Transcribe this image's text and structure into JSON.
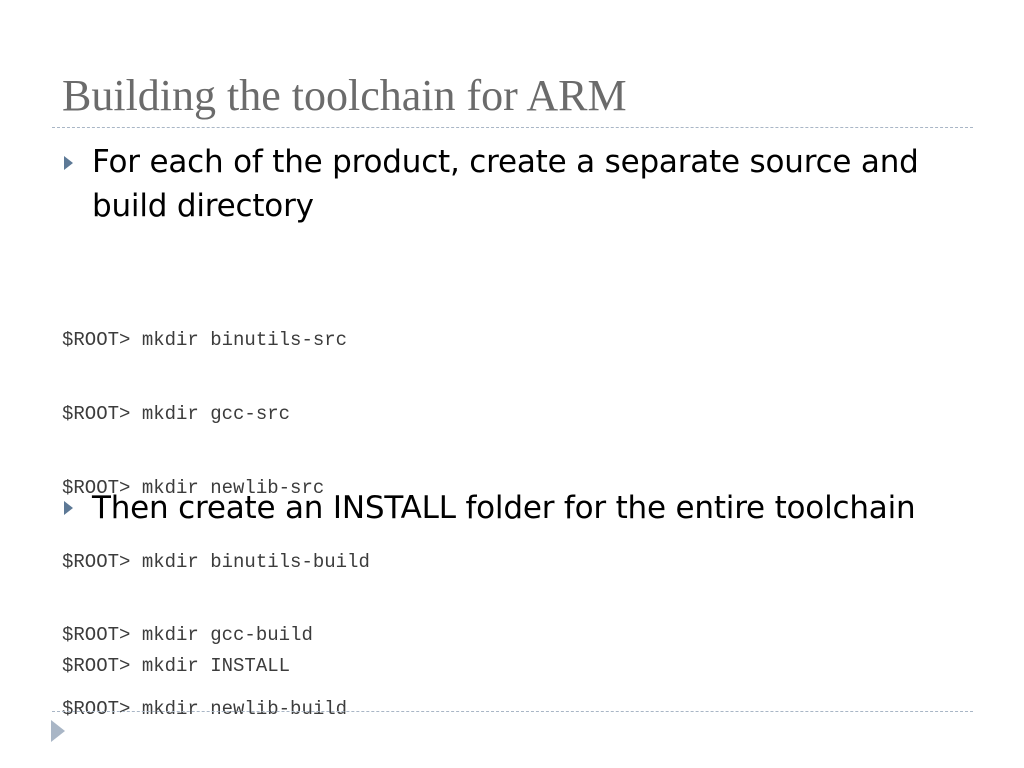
{
  "slide": {
    "title": "Building the toolchain for ARM",
    "colors": {
      "title": "#6b6b6b",
      "bullet_arrow": "#5d7996",
      "rule": "#a9b6c6",
      "body_text": "#000000",
      "code_text": "#3c3c3c"
    },
    "bullets": [
      {
        "icon": "triangle-right-icon",
        "text": "For each of the product, create a separate source and build directory",
        "code_lines": [
          "$ROOT> mkdir binutils-src",
          "$ROOT> mkdir gcc-src",
          "$ROOT> mkdir newlib-src",
          "$ROOT> mkdir binutils-build",
          "$ROOT> mkdir gcc-build",
          "$ROOT> mkdir newlib-build"
        ]
      },
      {
        "icon": "triangle-right-icon",
        "text": "Then create an INSTALL folder for the entire toolchain",
        "code_lines": [
          "$ROOT> mkdir INSTALL"
        ]
      }
    ],
    "footer_icon": "next-slide-arrow-icon"
  }
}
